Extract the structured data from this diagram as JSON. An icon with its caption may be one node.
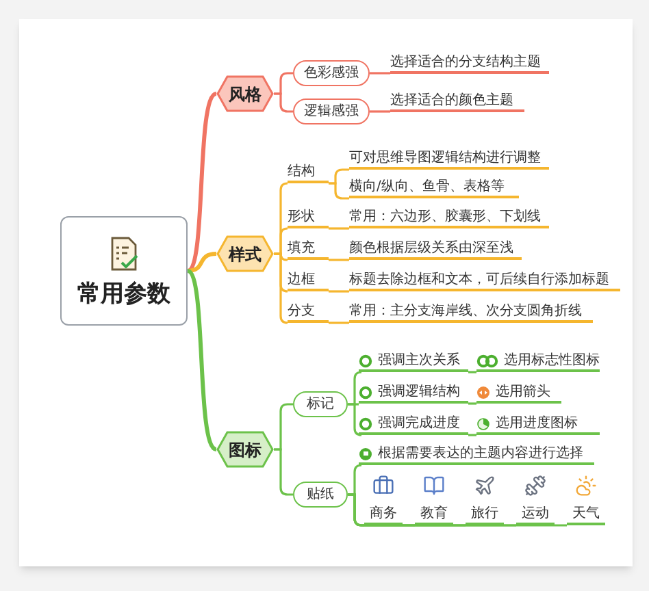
{
  "diagram": {
    "nodes": [
      {
        "text": [
          "常用参数"
        ]
      },
      {
        "text": [
          "风格"
        ]
      },
      {
        "text": [
          "色彩感强"
        ]
      },
      {
        "text": [
          "选择适合的分支结构主题"
        ]
      },
      {
        "text": [
          "逻辑感强"
        ]
      },
      {
        "text": [
          "选择适合的颜色主题"
        ]
      },
      {
        "text": [
          "样式"
        ]
      },
      {
        "text": [
          "结构"
        ]
      },
      {
        "text": [
          "可对思维导图逻辑结构进行调整"
        ]
      },
      {
        "text": [
          "横向/纵向、鱼骨、表格等"
        ]
      },
      {
        "text": [
          "形状"
        ]
      },
      {
        "text": [
          "常用：六边形、胶囊形、下划线"
        ]
      },
      {
        "text": [
          "填充"
        ]
      },
      {
        "text": [
          "颜色根据层级关系由深至浅"
        ]
      },
      {
        "text": [
          "边框"
        ]
      },
      {
        "text": [
          "标题去除边框和文本，可后续自行添加标题"
        ]
      },
      {
        "text": [
          "分支"
        ]
      },
      {
        "text": [
          "常用：主分支海岸线、次分支圆角折线"
        ]
      },
      {
        "text": [
          "图标"
        ]
      },
      {
        "text": [
          "标记"
        ]
      },
      {
        "text": [
          "强调主次关系"
        ]
      },
      {
        "text": [
          "选用标志性图标"
        ]
      },
      {
        "text": [
          "强调逻辑结构"
        ]
      },
      {
        "text": [
          "选用箭头"
        ]
      },
      {
        "text": [
          "强调完成进度"
        ]
      },
      {
        "text": [
          "选用进度图标"
        ]
      },
      {
        "text": [
          "贴纸"
        ]
      },
      {
        "text": [
          "根据需要表达的主题内容进行选择"
        ]
      },
      {
        "text": [
          "商务"
        ]
      },
      {
        "text": [
          "教育"
        ]
      },
      {
        "text": [
          "旅行"
        ]
      },
      {
        "text": [
          "运动"
        ]
      },
      {
        "text": [
          "天气"
        ]
      }
    ],
    "edges": [
      {
        "from": 0,
        "to": 1,
        "arrow": "none",
        "color": "#f07463"
      },
      {
        "from": 1,
        "to": 2,
        "arrow": "none",
        "color": "#f07463"
      },
      {
        "from": 2,
        "to": 3,
        "arrow": "none",
        "color": "#f07463"
      },
      {
        "from": 1,
        "to": 4,
        "arrow": "none",
        "color": "#f07463"
      },
      {
        "from": 4,
        "to": 5,
        "arrow": "none",
        "color": "#f07463"
      },
      {
        "from": 0,
        "to": 6,
        "arrow": "none",
        "color": "#f5b62f"
      },
      {
        "from": 6,
        "to": 7,
        "arrow": "none",
        "color": "#f5b62f"
      },
      {
        "from": 7,
        "to": 8,
        "arrow": "none",
        "color": "#f5b62f"
      },
      {
        "from": 7,
        "to": 9,
        "arrow": "none",
        "color": "#f5b62f"
      },
      {
        "from": 6,
        "to": 10,
        "arrow": "none",
        "color": "#f5b62f"
      },
      {
        "from": 10,
        "to": 11,
        "arrow": "none",
        "color": "#f5b62f"
      },
      {
        "from": 6,
        "to": 12,
        "arrow": "none",
        "color": "#f5b62f"
      },
      {
        "from": 12,
        "to": 13,
        "arrow": "none",
        "color": "#f5b62f"
      },
      {
        "from": 6,
        "to": 14,
        "arrow": "none",
        "color": "#f5b62f"
      },
      {
        "from": 14,
        "to": 15,
        "arrow": "none",
        "color": "#f5b62f"
      },
      {
        "from": 6,
        "to": 16,
        "arrow": "none",
        "color": "#f5b62f"
      },
      {
        "from": 16,
        "to": 17,
        "arrow": "none",
        "color": "#f5b62f"
      },
      {
        "from": 0,
        "to": 18,
        "arrow": "none"
      },
      {
        "from": 18,
        "to": 19,
        "arrow": "none"
      },
      {
        "from": 19,
        "to": 20,
        "arrow": "none"
      },
      {
        "from": 20,
        "to": 21,
        "arrow": "none"
      },
      {
        "from": 19,
        "to": 22,
        "arrow": "none"
      },
      {
        "from": 22,
        "to": 23,
        "arrow": "none"
      },
      {
        "from": 19,
        "to": 24,
        "arrow": "none"
      },
      {
        "from": 24,
        "to": 25,
        "arrow": "none"
      },
      {
        "from": 18,
        "to": 26,
        "arrow": "none"
      },
      {
        "from": 26,
        "to": 27,
        "arrow": "none"
      },
      {
        "from": 26,
        "to": 28,
        "arrow": "none"
      },
      {
        "from": 26,
        "to": 29,
        "arrow": "none"
      },
      {
        "from": 26,
        "to": 30,
        "arrow": "none"
      },
      {
        "from": 26,
        "to": 31,
        "arrow": "none"
      },
      {
        "from": 26,
        "to": 32,
        "arrow": "none"
      }
    ]
  }
}
